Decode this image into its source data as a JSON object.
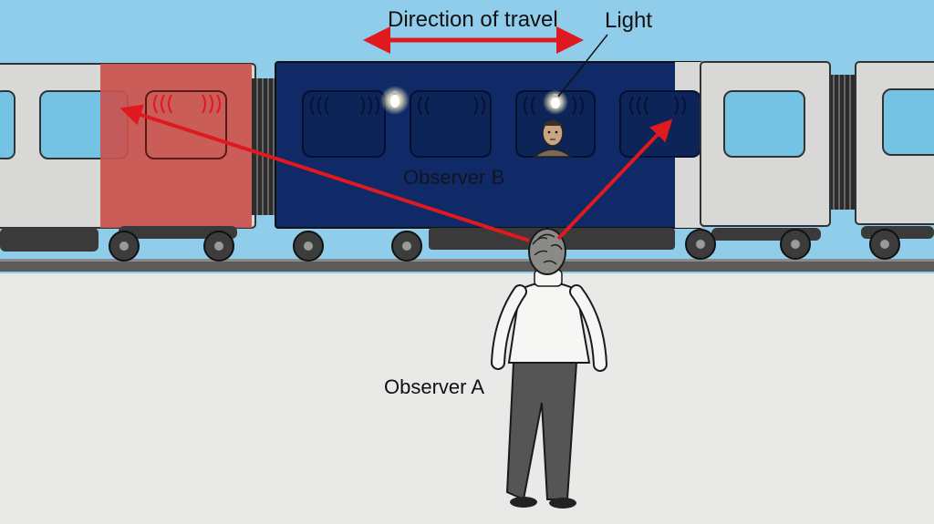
{
  "labels": {
    "direction": "Direction of travel",
    "light": "Light",
    "observer_b": "Observer B",
    "observer_a": "Observer A"
  },
  "colors": {
    "sky": "#8fcdea",
    "ground": "#e9e9e7",
    "track": "#5a5a5a",
    "car_grey": "#d8d8d6",
    "car_blue": "#0f2a66",
    "window_blue": "#74c2e4",
    "arrow_red": "#e0191f",
    "highlight_red": "#c9524d"
  },
  "icons": {
    "light_bulb": "light-bulb-icon",
    "wave": "light-wave-icon"
  }
}
